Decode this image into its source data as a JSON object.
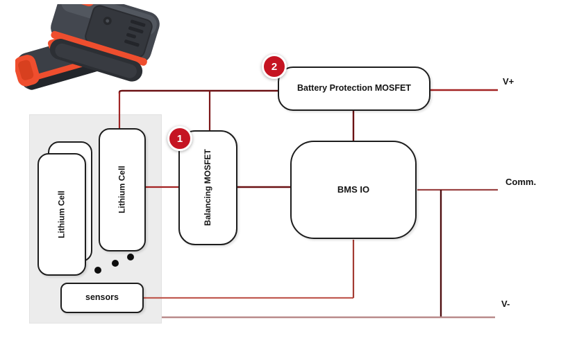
{
  "diagram": {
    "badges": {
      "one": "1",
      "two": "2"
    },
    "boxes": {
      "battery_protection_mosfet": "Battery Protection MOSFET",
      "balancing_mosfet": "Balancing MOSFET",
      "bms_io": "BMS IO",
      "lithium_cell_left": "Lithium Cell",
      "lithium_cell_right": "Lithium Cell",
      "sensors": "sensors"
    },
    "terminals": {
      "v_plus": "V+",
      "comm": "Comm.",
      "v_minus": "V-"
    },
    "colors": {
      "wire_dark_maroon": "#6b1113",
      "wire_crimson": "#a32222",
      "wire_salmon": "#c05a50",
      "wire_rose": "#b98a8a",
      "wire_comm_gray_red": "#9a4343",
      "badge_red": "#c51422",
      "panel_gray": "#ececec",
      "box_border_black": "#1d1d1d",
      "battery_accent_orange": "#ef4e2e"
    }
  }
}
